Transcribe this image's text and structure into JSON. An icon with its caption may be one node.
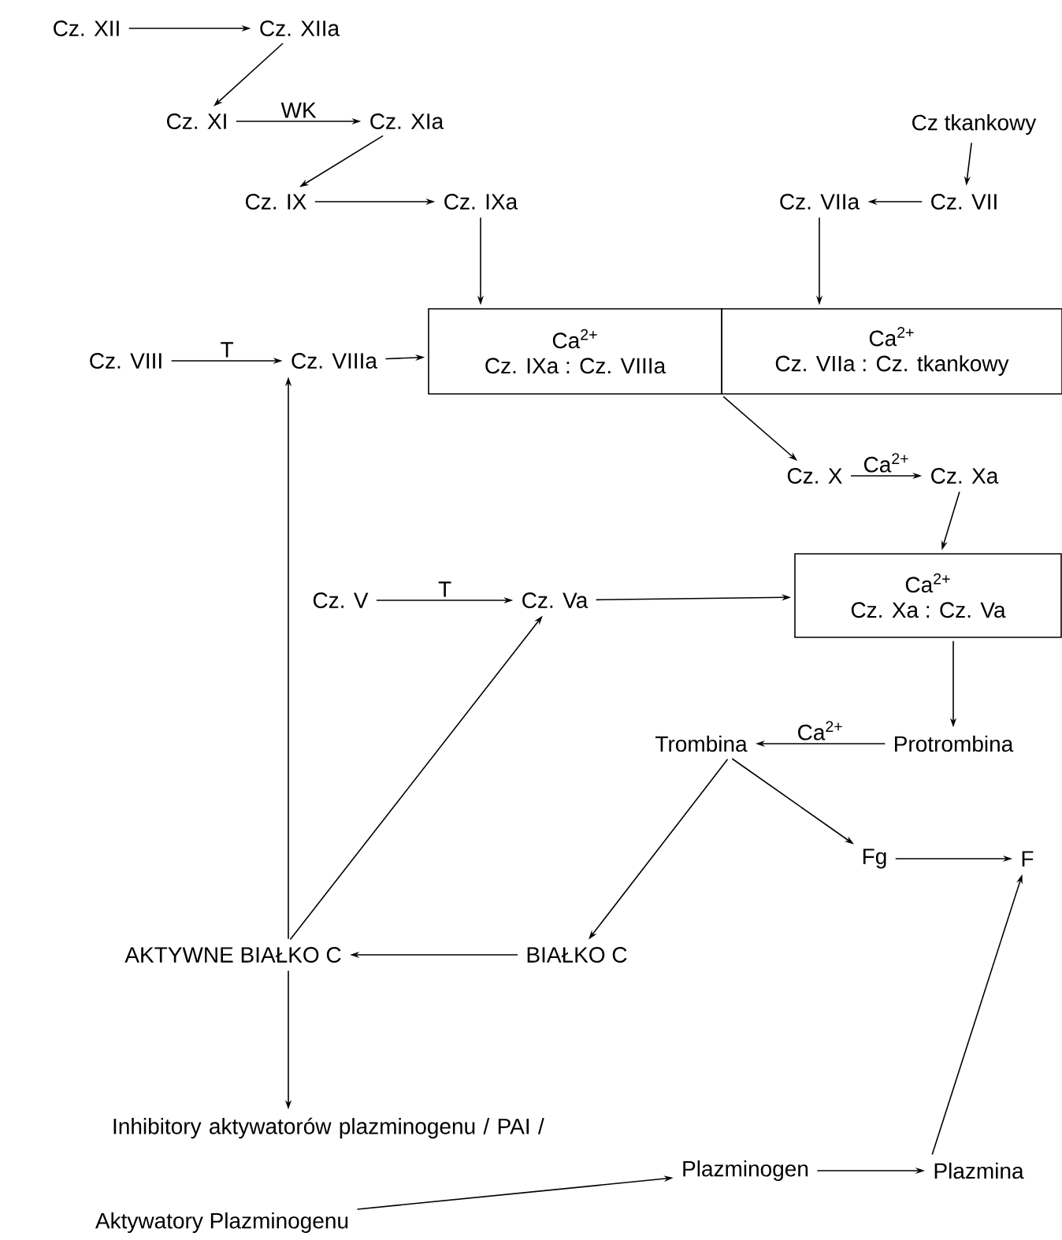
{
  "diagram": {
    "nodes": [
      {
        "text": [
          "Cz. XII"
        ]
      },
      {
        "text": [
          "Cz. XIIa"
        ]
      },
      {
        "text": [
          "Cz. XI"
        ]
      },
      {
        "text": [
          "Cz. XIa"
        ]
      },
      {
        "text": [
          "Cz. IX"
        ]
      },
      {
        "text": [
          "Cz. IXa"
        ]
      },
      {
        "text": [
          "Cz tkankowy"
        ]
      },
      {
        "text": [
          "Cz. VIIa"
        ]
      },
      {
        "text": [
          "Cz. VII"
        ]
      },
      {
        "text": [
          "Cz. VIII"
        ]
      },
      {
        "text": [
          "Cz. VIIIa"
        ]
      },
      {
        "text": [
          "Ca$^{2+}$",
          "Cz. IXa : Cz. VIIIa"
        ]
      },
      {
        "text": [
          "Ca$^{2+}$",
          "Cz. VIIa : Cz. tkankowy"
        ]
      },
      {
        "text": [
          "Cz. X"
        ]
      },
      {
        "text": [
          "Cz. Xa"
        ]
      },
      {
        "text": [
          "Ca$^{2+}$",
          "Cz. Xa : Cz. Va"
        ]
      },
      {
        "text": [
          "Cz. V"
        ]
      },
      {
        "text": [
          "Cz. Va"
        ]
      },
      {
        "text": [
          "Trombina"
        ]
      },
      {
        "text": [
          "Protrombina"
        ]
      },
      {
        "text": [
          "Fg"
        ]
      },
      {
        "text": [
          "F"
        ]
      },
      {
        "text": [
          "AKTYWNE BIAŁKO C"
        ]
      },
      {
        "text": [
          "BIAŁKO C"
        ]
      },
      {
        "text": [
          "Inhibitory aktywatorów plazminogenu / PAI /"
        ]
      },
      {
        "text": [
          "Plazminogen"
        ]
      },
      {
        "text": [
          "Plazmina"
        ]
      },
      {
        "text": [
          "Aktywatory Plazminogenu"
        ]
      }
    ],
    "edges": [
      {
        "from": 0,
        "to": 1,
        "arrow": "to"
      },
      {
        "from": 1,
        "to": 2,
        "arrow": "to"
      },
      {
        "from": 2,
        "to": 3,
        "arrow": "to",
        "label": "WK"
      },
      {
        "from": 3,
        "to": 4,
        "arrow": "to"
      },
      {
        "from": 4,
        "to": 5,
        "arrow": "to"
      },
      {
        "from": 5,
        "to": 11,
        "arrow": "to"
      },
      {
        "from": 6,
        "to": 8,
        "arrow": "to"
      },
      {
        "from": 8,
        "to": 7,
        "arrow": "to"
      },
      {
        "from": 7,
        "to": 12,
        "arrow": "to"
      },
      {
        "from": 9,
        "to": 10,
        "arrow": "to",
        "label": "T"
      },
      {
        "from": 10,
        "to": 11,
        "arrow": "to"
      },
      {
        "from": 12,
        "to": 13,
        "arrow": "to"
      },
      {
        "from": 13,
        "to": 14,
        "arrow": "to",
        "label": "Ca$^{2+}$"
      },
      {
        "from": 14,
        "to": 15,
        "arrow": "to"
      },
      {
        "from": 16,
        "to": 17,
        "arrow": "to",
        "label": "T"
      },
      {
        "from": 17,
        "to": 15,
        "arrow": "to"
      },
      {
        "from": 15,
        "to": 19,
        "arrow": "to"
      },
      {
        "from": 19,
        "to": 18,
        "arrow": "to",
        "label": "Ca$^{2+}$"
      },
      {
        "from": 18,
        "to": 20,
        "arrow": "to"
      },
      {
        "from": 18,
        "to": 23,
        "arrow": "to"
      },
      {
        "from": 20,
        "to": 21,
        "arrow": "to"
      },
      {
        "from": 23,
        "to": 22,
        "arrow": "to"
      },
      {
        "from": 22,
        "to": 10,
        "arrow": "to"
      },
      {
        "from": 22,
        "to": 17,
        "arrow": "to"
      },
      {
        "from": 22,
        "to": 24,
        "arrow": "to"
      },
      {
        "from": 27,
        "to": 25,
        "arrow": "to"
      },
      {
        "from": 25,
        "to": 26,
        "arrow": "to"
      },
      {
        "from": 26,
        "to": 21,
        "arrow": "to"
      }
    ]
  }
}
